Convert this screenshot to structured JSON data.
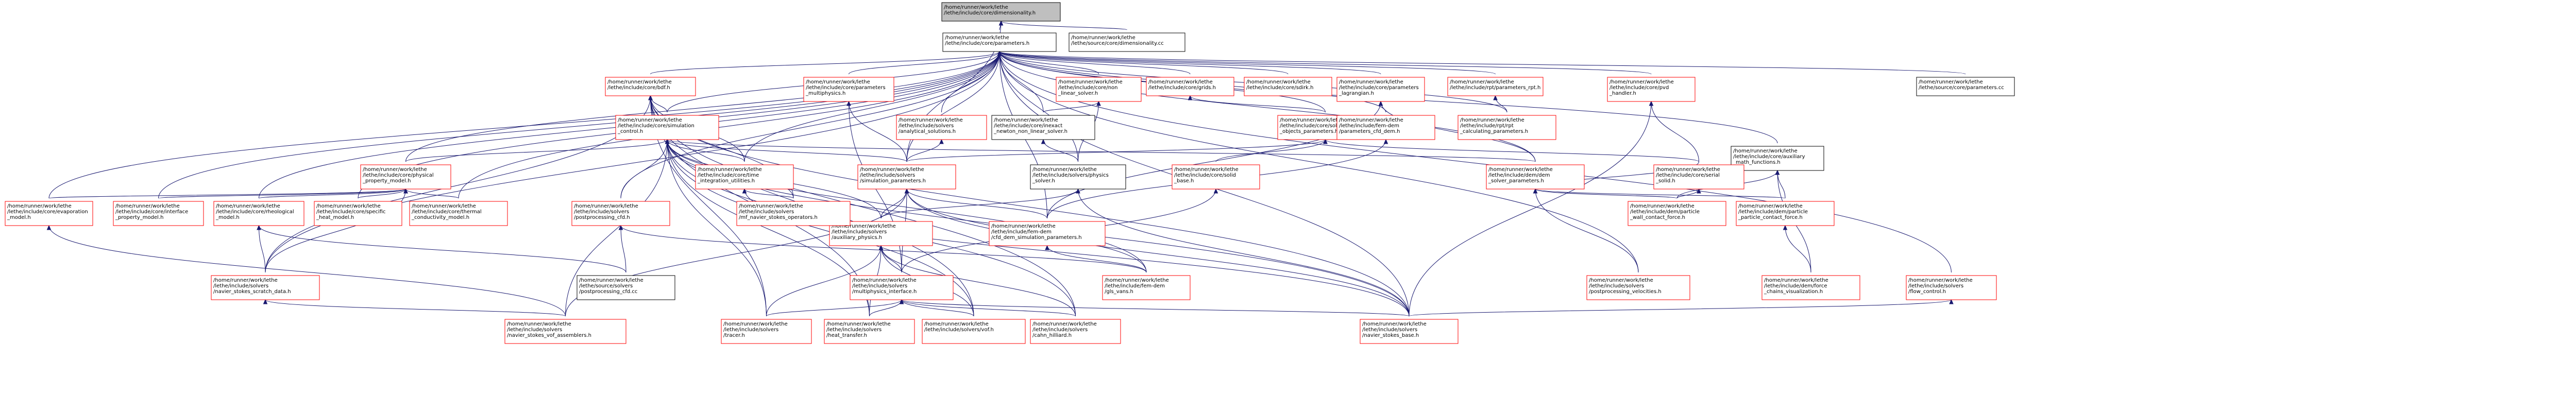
{
  "nodes": [
    {
      "id": "root",
      "style": "root",
      "lines": [
        "/home/runner/work/lethe",
        "/lethe/include/core/dimensionality.h"
      ]
    },
    {
      "id": "params",
      "style": "black",
      "lines": [
        "/home/runner/work/lethe",
        "/lethe/include/core/parameters.h"
      ]
    },
    {
      "id": "dimcc",
      "style": "black",
      "lines": [
        "/home/runner/work/lethe",
        "/lethe/source/core/dimensionality.cc"
      ]
    },
    {
      "id": "bdf",
      "style": "red",
      "lines": [
        "/home/runner/work/lethe",
        "/lethe/include/core/bdf.h"
      ]
    },
    {
      "id": "simctrl",
      "style": "red",
      "lines": [
        "/home/runner/work/lethe",
        "/lethe/include/core/simulation",
        "_control.h"
      ]
    },
    {
      "id": "physprop",
      "style": "red",
      "lines": [
        "/home/runner/work/lethe",
        "/lethe/include/core/physical",
        "_property_model.h"
      ]
    },
    {
      "id": "evap",
      "style": "red",
      "lines": [
        "/home/runner/work/lethe",
        "/lethe/include/core/evaporation",
        "_model.h"
      ]
    },
    {
      "id": "iface",
      "style": "red",
      "lines": [
        "/home/runner/work/lethe",
        "/lethe/include/core/interface",
        "_property_model.h"
      ]
    },
    {
      "id": "rheo",
      "style": "red",
      "lines": [
        "/home/runner/work/lethe",
        "/lethe/include/core/rheological",
        "_model.h"
      ]
    },
    {
      "id": "specheat",
      "style": "red",
      "lines": [
        "/home/runner/work/lethe",
        "/lethe/include/core/specific",
        "_heat_model.h"
      ]
    },
    {
      "id": "thermal",
      "style": "red",
      "lines": [
        "/home/runner/work/lethe",
        "/lethe/include/core/thermal",
        "_conductivity_model.h"
      ]
    },
    {
      "id": "pmulti",
      "style": "red",
      "lines": [
        "/home/runner/work/lethe",
        "/lethe/include/core/parameters",
        "_multiphysics.h"
      ]
    },
    {
      "id": "analyt",
      "style": "red",
      "lines": [
        "/home/runner/work/lethe",
        "/lethe/include/solvers",
        "/analytical_solutions.h"
      ]
    },
    {
      "id": "inexact",
      "style": "black",
      "lines": [
        "/home/runner/work/lethe",
        "/lethe/include/core/inexact",
        "_newton_non_linear_solver.h"
      ]
    },
    {
      "id": "nonlin",
      "style": "red",
      "lines": [
        "/home/runner/work/lethe",
        "/lethe/include/core/non",
        "_linear_solver.h"
      ]
    },
    {
      "id": "grids",
      "style": "red",
      "lines": [
        "/home/runner/work/lethe",
        "/lethe/include/core/grids.h"
      ]
    },
    {
      "id": "sdirk",
      "style": "red",
      "lines": [
        "/home/runner/work/lethe",
        "/lethe/include/core/sdirk.h"
      ]
    },
    {
      "id": "plag",
      "style": "red",
      "lines": [
        "/home/runner/work/lethe",
        "/lethe/include/core/parameters",
        "_lagrangian.h"
      ]
    },
    {
      "id": "rptp",
      "style": "red",
      "lines": [
        "/home/runner/work/lethe",
        "/lethe/include/rpt/parameters_rpt.h"
      ]
    },
    {
      "id": "pid",
      "style": "red",
      "lines": [
        "/home/runner/work/lethe",
        "/lethe/include/core/pvd",
        "_handler.h"
      ]
    },
    {
      "id": "auxmath",
      "style": "black",
      "lines": [
        "/home/runner/work/lethe",
        "/lethe/include/core/auxiliary",
        "_math_functions.h"
      ]
    },
    {
      "id": "paramscc",
      "style": "black",
      "lines": [
        "/home/runner/work/lethe",
        "/lethe/source/core/parameters.cc"
      ]
    },
    {
      "id": "solidobj",
      "style": "red",
      "lines": [
        "/home/runner/work/lethe",
        "/lethe/include/core/solid",
        "_objects_parameters.h"
      ]
    },
    {
      "id": "rptcalc",
      "style": "red",
      "lines": [
        "/home/runner/work/lethe",
        "/lethe/include/rpt/rpt",
        "_calculating_parameters.h"
      ]
    },
    {
      "id": "cfddem_p",
      "style": "red",
      "lines": [
        "/home/runner/work/lethe",
        "/lethe/include/fem-dem",
        "/parameters_cfd_dem.h"
      ]
    },
    {
      "id": "simparams",
      "style": "red",
      "lines": [
        "/home/runner/work/lethe",
        "/lethe/include/solvers",
        "/simulation_parameters.h"
      ]
    },
    {
      "id": "multiint",
      "style": "red",
      "lines": [
        "/home/runner/work/lethe",
        "/lethe/include/core/time",
        "_integration_utilities.h"
      ]
    },
    {
      "id": "postcfd",
      "style": "red",
      "lines": [
        "/home/runner/work/lethe",
        "/lethe/include/solvers",
        "/postprocessing_cfd.h"
      ]
    },
    {
      "id": "physsolv",
      "style": "black",
      "lines": [
        "/home/runner/work/lethe",
        "/lethe/include/solvers/physics",
        "_solver.h"
      ]
    },
    {
      "id": "solidbase",
      "style": "red",
      "lines": [
        "/home/runner/work/lethe",
        "/lethe/include/core/solid",
        "_base.h"
      ]
    },
    {
      "id": "demsolv",
      "style": "red",
      "lines": [
        "/home/runner/work/lethe",
        "/lethe/include/dem/dem",
        "_solver_parameters.h"
      ]
    },
    {
      "id": "serial",
      "style": "red",
      "lines": [
        "/home/runner/work/lethe",
        "/lethe/include/core/serial",
        "_solid.h"
      ]
    },
    {
      "id": "auxphys",
      "style": "red",
      "lines": [
        "/home/runner/work/lethe",
        "/lethe/include/solvers",
        "/auxiliary_physics.h"
      ]
    },
    {
      "id": "nscratch",
      "style": "red",
      "lines": [
        "/home/runner/work/lethe",
        "/lethe/include/solvers",
        "/navier_stokes_scratch_data.h"
      ]
    },
    {
      "id": "mfnsop",
      "style": "red",
      "lines": [
        "/home/runner/work/lethe",
        "/lethe/include/solvers",
        "/mf_navier_stokes_operators.h"
      ]
    },
    {
      "id": "cfddemsim",
      "style": "red",
      "lines": [
        "/home/runner/work/lethe",
        "/lethe/include/fem-dem",
        "/cfd_dem_simulation_parameters.h"
      ]
    },
    {
      "id": "pwall",
      "style": "red",
      "lines": [
        "/home/runner/work/lethe",
        "/lethe/include/dem/particle",
        "_wall_contact_force.h"
      ]
    },
    {
      "id": "ppcontact",
      "style": "red",
      "lines": [
        "/home/runner/work/lethe",
        "/lethe/include/dem/particle",
        "_particle_contact_force.h"
      ]
    },
    {
      "id": "postcfdcc",
      "style": "black",
      "lines": [
        "/home/runner/work/lethe",
        "/lethe/source/solvers",
        "/postprocessing_cfd.cc"
      ]
    },
    {
      "id": "multiint2",
      "style": "red",
      "lines": [
        "/home/runner/work/lethe",
        "/lethe/include/solvers",
        "/multiphysics_interface.h"
      ]
    },
    {
      "id": "gls",
      "style": "red",
      "lines": [
        "/home/runner/work/lethe",
        "/lethe/include/fem-dem",
        "/gls_vans.h"
      ]
    },
    {
      "id": "postvel",
      "style": "red",
      "lines": [
        "/home/runner/work/lethe",
        "/lethe/include/solvers",
        "/postprocessing_velocities.h"
      ]
    },
    {
      "id": "forcechains",
      "style": "red",
      "lines": [
        "/home/runner/work/lethe",
        "/lethe/include/dem/force",
        "_chains_visualization.h"
      ]
    },
    {
      "id": "flowctrl",
      "style": "red",
      "lines": [
        "/home/runner/work/lethe",
        "/lethe/include/solvers",
        "/flow_control.h"
      ]
    },
    {
      "id": "nsassem",
      "style": "red",
      "lines": [
        "/home/runner/work/lethe",
        "/lethe/include/solvers",
        "/navier_stokes_vof_assemblers.h"
      ]
    },
    {
      "id": "tracer",
      "style": "red",
      "lines": [
        "/home/runner/work/lethe",
        "/lethe/include/solvers",
        "/tracer.h"
      ]
    },
    {
      "id": "heat",
      "style": "red",
      "lines": [
        "/home/runner/work/lethe",
        "/lethe/include/solvers",
        "/heat_transfer.h"
      ]
    },
    {
      "id": "vof",
      "style": "red",
      "lines": [
        "/home/runner/work/lethe",
        "/lethe/include/solvers/vof.h"
      ]
    },
    {
      "id": "cahn",
      "style": "red",
      "lines": [
        "/home/runner/work/lethe",
        "/lethe/include/solvers",
        "/cahn_hilliard.h"
      ]
    },
    {
      "id": "nsbase",
      "style": "red",
      "lines": [
        "/home/runner/work/lethe",
        "/lethe/include/solvers",
        "/navier_stokes_base.h"
      ]
    }
  ],
  "edges": [
    [
      "root",
      "params"
    ],
    [
      "root",
      "dimcc"
    ],
    [
      "root",
      "simparams"
    ],
    [
      "params",
      "bdf"
    ],
    [
      "params",
      "simctrl"
    ],
    [
      "params",
      "physprop"
    ],
    [
      "params",
      "evap"
    ],
    [
      "params",
      "iface"
    ],
    [
      "params",
      "rheo"
    ],
    [
      "params",
      "specheat"
    ],
    [
      "params",
      "thermal"
    ],
    [
      "params",
      "pmulti"
    ],
    [
      "params",
      "analyt"
    ],
    [
      "params",
      "inexact"
    ],
    [
      "params",
      "nonlin"
    ],
    [
      "params",
      "grids"
    ],
    [
      "params",
      "sdirk"
    ],
    [
      "params",
      "plag"
    ],
    [
      "params",
      "rptp"
    ],
    [
      "params",
      "pid"
    ],
    [
      "params",
      "auxmath"
    ],
    [
      "params",
      "paramscc"
    ],
    [
      "params",
      "solidobj"
    ],
    [
      "params",
      "rptcalc"
    ],
    [
      "params",
      "cfddem_p"
    ],
    [
      "params",
      "simparams"
    ],
    [
      "params",
      "multiint"
    ],
    [
      "params",
      "postcfd"
    ],
    [
      "params",
      "physsolv"
    ],
    [
      "params",
      "demsolv"
    ],
    [
      "params",
      "nscratch"
    ],
    [
      "params",
      "cfddemsim"
    ],
    [
      "params",
      "postvel"
    ],
    [
      "params",
      "flowctrl"
    ],
    [
      "params",
      "nsbase"
    ],
    [
      "bdf",
      "simctrl"
    ],
    [
      "bdf",
      "multiint"
    ],
    [
      "bdf",
      "nscratch"
    ],
    [
      "bdf",
      "mfnsop"
    ],
    [
      "bdf",
      "tracer"
    ],
    [
      "bdf",
      "heat"
    ],
    [
      "bdf",
      "vof"
    ],
    [
      "bdf",
      "cahn"
    ],
    [
      "bdf",
      "nsbase"
    ],
    [
      "simctrl",
      "physprop"
    ],
    [
      "simctrl",
      "simparams"
    ],
    [
      "simctrl",
      "multiint"
    ],
    [
      "simctrl",
      "postcfd"
    ],
    [
      "simctrl",
      "auxphys"
    ],
    [
      "simctrl",
      "mfnsop"
    ],
    [
      "simctrl",
      "nsassem"
    ],
    [
      "simctrl",
      "tracer"
    ],
    [
      "simctrl",
      "heat"
    ],
    [
      "simctrl",
      "vof"
    ],
    [
      "simctrl",
      "cahn"
    ],
    [
      "simctrl",
      "nsbase"
    ],
    [
      "simctrl",
      "demsolv"
    ],
    [
      "simctrl",
      "gls"
    ],
    [
      "physprop",
      "evap"
    ],
    [
      "physprop",
      "iface"
    ],
    [
      "physprop",
      "rheo"
    ],
    [
      "physprop",
      "specheat"
    ],
    [
      "physprop",
      "thermal"
    ],
    [
      "physprop",
      "nscratch"
    ],
    [
      "evap",
      "nsassem"
    ],
    [
      "rheo",
      "nscratch"
    ],
    [
      "rheo",
      "postcfdcc"
    ],
    [
      "nscratch",
      "nsassem"
    ],
    [
      "pmulti",
      "simparams"
    ],
    [
      "pmulti",
      "multiint2"
    ],
    [
      "analyt",
      "simparams"
    ],
    [
      "inexact",
      "physsolv"
    ],
    [
      "nonlin",
      "inexact"
    ],
    [
      "nonlin",
      "physsolv"
    ],
    [
      "grids",
      "solidobj"
    ],
    [
      "plag",
      "demsolv"
    ],
    [
      "plag",
      "cfddemsim"
    ],
    [
      "rptp",
      "rptcalc"
    ],
    [
      "pid",
      "serial"
    ],
    [
      "pid",
      "nsbase"
    ],
    [
      "auxmath",
      "pwall"
    ],
    [
      "auxmath",
      "ppcontact"
    ],
    [
      "auxmath",
      "forcechains"
    ],
    [
      "solidobj",
      "simparams"
    ],
    [
      "solidobj",
      "solidbase"
    ],
    [
      "solidobj",
      "serial"
    ],
    [
      "cfddem_p",
      "cfddemsim"
    ],
    [
      "simparams",
      "auxphys"
    ],
    [
      "simparams",
      "multiint2"
    ],
    [
      "simparams",
      "nsbase"
    ],
    [
      "simparams",
      "cfddemsim"
    ],
    [
      "simparams",
      "gls"
    ],
    [
      "simparams",
      "nsassem"
    ],
    [
      "multiint",
      "mfnsop"
    ],
    [
      "multiint",
      "nsbase"
    ],
    [
      "postcfd",
      "postcfdcc"
    ],
    [
      "postcfd",
      "gls"
    ],
    [
      "physsolv",
      "auxphys"
    ],
    [
      "physsolv",
      "nsbase"
    ],
    [
      "solidbase",
      "multiint2"
    ],
    [
      "demsolv",
      "pwall"
    ],
    [
      "demsolv",
      "ppcontact"
    ],
    [
      "demsolv",
      "serial"
    ],
    [
      "demsolv",
      "postvel"
    ],
    [
      "serial",
      "pwall"
    ],
    [
      "auxphys",
      "multiint2"
    ],
    [
      "auxphys",
      "tracer"
    ],
    [
      "auxphys",
      "heat"
    ],
    [
      "auxphys",
      "vof"
    ],
    [
      "auxphys",
      "cahn"
    ],
    [
      "cfddemsim",
      "gls"
    ],
    [
      "ppcontact",
      "forcechains"
    ],
    [
      "multiint2",
      "nsbase"
    ],
    [
      "multiint2",
      "tracer"
    ],
    [
      "multiint2",
      "heat"
    ],
    [
      "multiint2",
      "vof"
    ],
    [
      "multiint2",
      "cahn"
    ],
    [
      "flowctrl",
      "nsbase"
    ]
  ]
}
